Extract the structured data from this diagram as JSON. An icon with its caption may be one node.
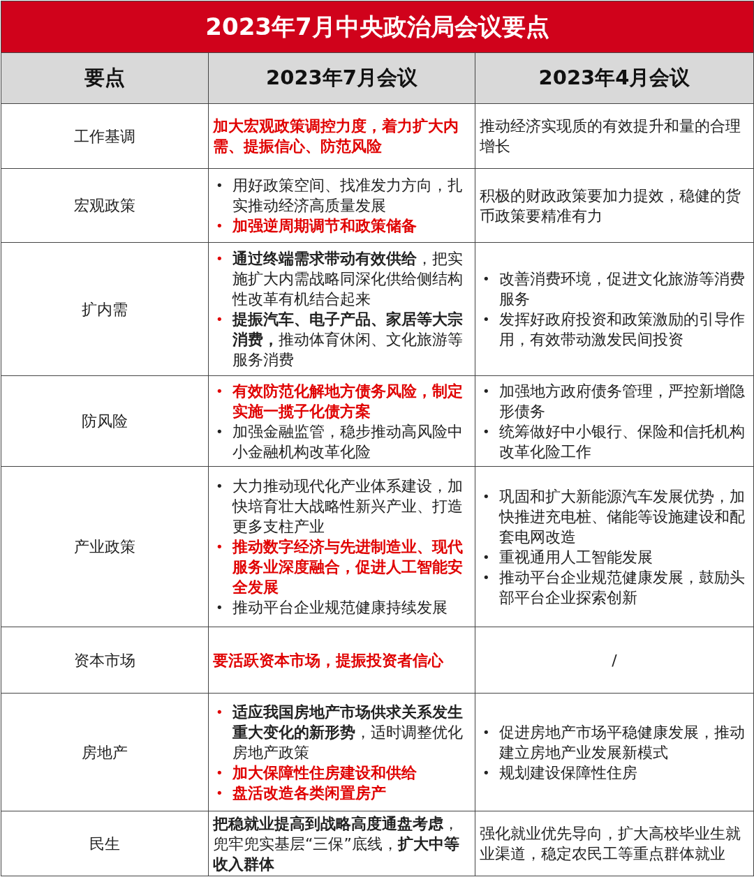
{
  "diagram": {
    "title": "2023年7月中央政治局会议要点",
    "labels": [
      "要点",
      "2023年7月会议",
      "2023年4月会议",
      "工作基调",
      "加大宏观政策调控力度，着力扩大内需、提振信心、防范风险",
      "推动经济实现质的有效提升和量的合理增长",
      "宏观政策",
      "•",
      "用好政策空间、找准发力方向，扎实推动经济高质量发展",
      "•",
      "加强逆周期调节和政策储备",
      "积极的财政政策要加力提效，稳健的货币政策要精准有力",
      "扩内需",
      "•",
      "**通过终端需求带动有效供给**，把实施扩大内需战略同深化供给侧结构性改革有机结合起来",
      "•",
      "**提振汽车、电子产品、家居等大宗消费，**推动体育休闲、文化旅游等服务消费",
      "•",
      "改善消费环境，促进文化旅游等消费服务",
      "•",
      "发挥好政府投资和政策激励的引导作用，有效带动激发民间投资",
      "防风险",
      "•",
      "有效防范化解地方债务风险，制定实施一揽子化债方案",
      "•",
      "加强金融监管，稳步推动高风险中小金融机构改革化险",
      "•",
      "加强地方政府债务管理，严控新增隐形债务",
      "•",
      "统筹做好中小银行、保险和信托机构改革化险工作",
      "产业政策",
      "•",
      "大力推动现代化产业体系建设，加快培育壮大战略性新兴产业、打造更多支柱产业",
      "•",
      "推动数字经济与先进制造业、现代服务业深度融合，促进人工智能安全发展",
      "•",
      "推动平台企业规范健康持续发展",
      "•",
      "巩固和扩大新能源汽车发展优势，加快推进充电桩、储能等设施建设和配套电网改造",
      "•",
      "重视通用人工智能发展",
      "•",
      "推动平台企业规范健康发展，鼓励头部平台企业探索创新",
      "资本市场",
      "要活跃资本市场，提振投资者信心",
      "/",
      "房地产",
      "•",
      "**适应我国房地产市场供求关系发生重大变化的新形势**，适时调整优化房地产政策",
      "•",
      "加大保障性住房建设和供给",
      "•",
      "盘活改造各类闲置房产",
      "•",
      "促进房地产市场平稳健康发展，推动建立房地产业发展新模式",
      "•",
      "规划建设保障性住房",
      "民生",
      "**把稳就业提高到战略高度通盘考虑**，兜牢兜实基层“三保”底线，**扩大中等收入群体**",
      "强化就业优先导向，扩大高校毕业生就业渠道，稳定农民工等重点群体就业"
    ]
  }
}
